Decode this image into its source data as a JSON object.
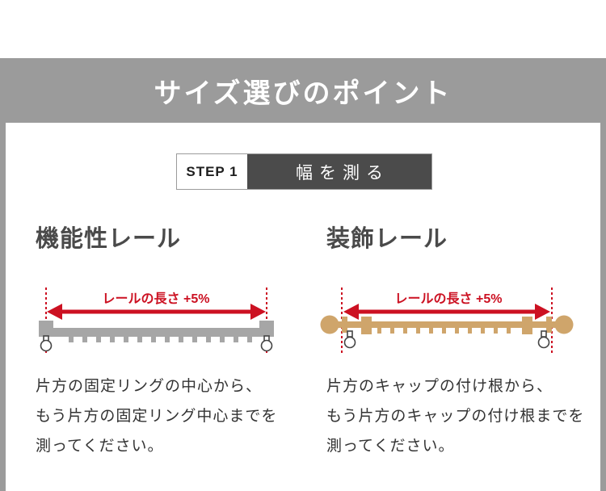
{
  "banner": {
    "title": "サイズ選びのポイント"
  },
  "step": {
    "badge": "STEP 1",
    "title": "幅を測る"
  },
  "columns": [
    {
      "heading": "機能性レール",
      "rail_type": "functional",
      "measure_label": "レールの長さ +5%",
      "description_lines": [
        "片方の固定リングの中心から、",
        "もう片方の固定リング中心までを",
        "測ってください。"
      ]
    },
    {
      "heading": "装飾レール",
      "rail_type": "decorative",
      "measure_label": "レールの長さ +5%",
      "description_lines": [
        "片方のキャップの付け根から、",
        "もう片方のキャップの付け根までを",
        "測ってください。"
      ]
    }
  ],
  "colors": {
    "banner_gray": "#9b9b9b",
    "step_dark": "#4b4b4b",
    "rail_gray": "#a6a6a6",
    "rail_tan": "#cfa56b",
    "accent_red": "#cc1122",
    "heading_gray": "#4a4a4a",
    "body_text": "#333333"
  }
}
